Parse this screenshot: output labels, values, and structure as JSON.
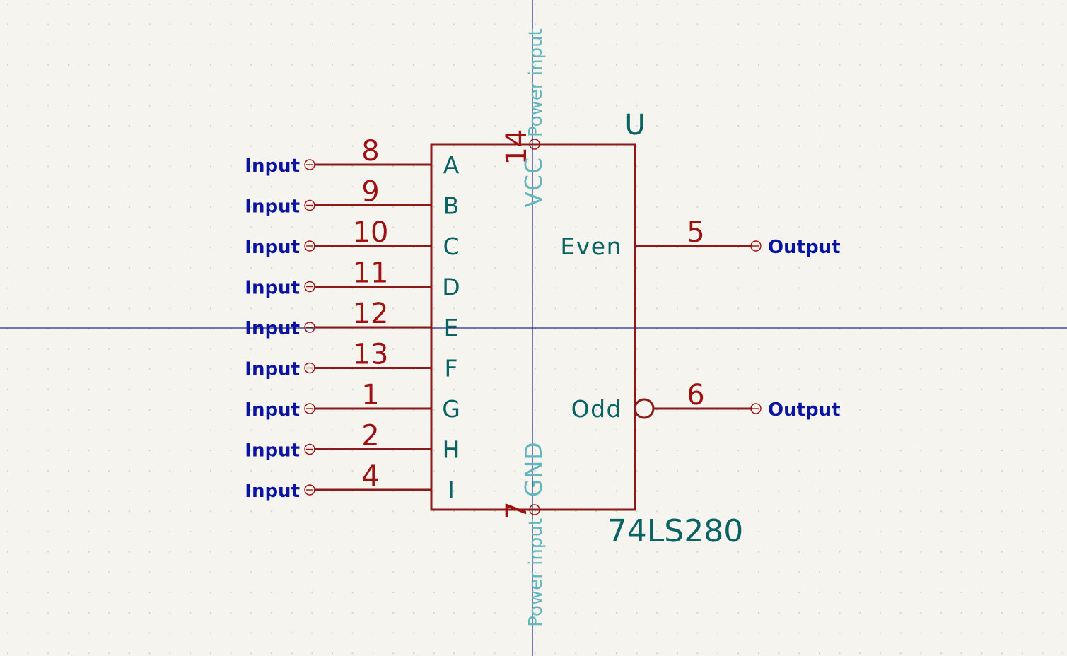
{
  "component": {
    "reference": "U",
    "value": "74LS280"
  },
  "left_pins": [
    {
      "number": "8",
      "name": "A",
      "type": "Input"
    },
    {
      "number": "9",
      "name": "B",
      "type": "Input"
    },
    {
      "number": "10",
      "name": "C",
      "type": "Input"
    },
    {
      "number": "11",
      "name": "D",
      "type": "Input"
    },
    {
      "number": "12",
      "name": "E",
      "type": "Input"
    },
    {
      "number": "13",
      "name": "F",
      "type": "Input"
    },
    {
      "number": "1",
      "name": "G",
      "type": "Input"
    },
    {
      "number": "2",
      "name": "H",
      "type": "Input"
    },
    {
      "number": "4",
      "name": "I",
      "type": "Input"
    }
  ],
  "right_pins": [
    {
      "number": "5",
      "name": "Even",
      "type": "Output",
      "inverted": false
    },
    {
      "number": "6",
      "name": "Odd",
      "type": "Output",
      "inverted": true
    }
  ],
  "power_pins": [
    {
      "number": "14",
      "name": "VCC",
      "type": "Power input",
      "side": "top"
    },
    {
      "number": "7",
      "name": "GND",
      "type": "Power input",
      "side": "bottom"
    }
  ],
  "colors": {
    "background": "#f5f4ef",
    "grid_dot": "#c9c9c2",
    "body_line": "#8b1a1a",
    "pin_number": "#a01010",
    "pin_name": "#0a6363",
    "electrical_type": "#0a14a0",
    "power_type": "#62b6bd",
    "axis": "#1a2a8a"
  }
}
